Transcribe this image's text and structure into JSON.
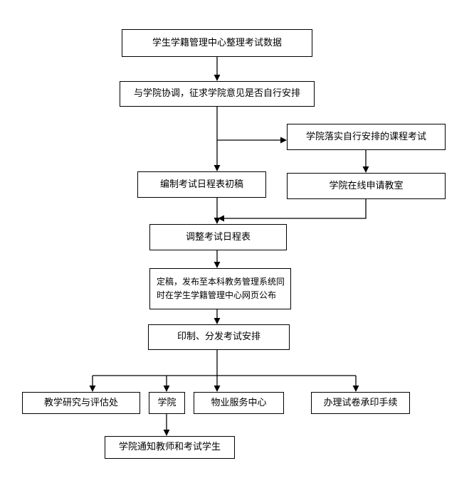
{
  "flowchart": {
    "nodes": {
      "n1": "学生学籍管理中心整理考试数据",
      "n2": "与学院协调，征求学院意见是否自行安排",
      "n3": "学院落实自行安排的课程考试",
      "n4": "编制考试日程表初稿",
      "n5": "学院在线申请教室",
      "n6": "调整考试日程表",
      "n7": "定稿，发布至本科教务管理系统同时在学生学籍管理中心网页公布",
      "n8": "印制、分发考试安排",
      "n9": "教学研究与评估处",
      "n10": "学院",
      "n11": "物业服务中心",
      "n12": "办理试卷承印手续",
      "n13": "学院通知教师和考试学生"
    }
  }
}
